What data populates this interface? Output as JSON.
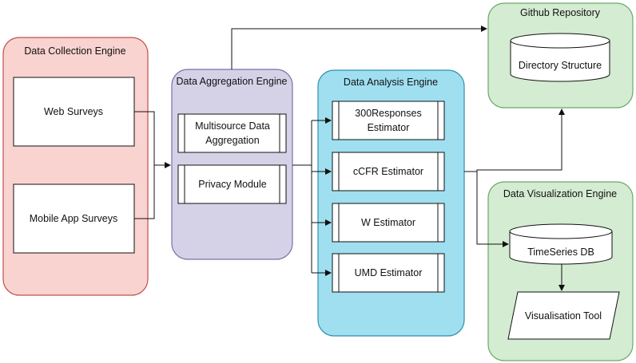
{
  "colors": {
    "collection_fill": "#f9d3cf",
    "collection_stroke": "#c0504d",
    "aggregation_fill": "#d5d2e8",
    "aggregation_stroke": "#7a70a8",
    "analysis_fill": "#9fdff0",
    "analysis_stroke": "#2f8fb0",
    "green_fill": "#d4ecd2",
    "green_stroke": "#6aa86a",
    "line": "#111111"
  },
  "collection": {
    "title": "Data Collection Engine",
    "web_surveys": "Web Surveys",
    "mobile_surveys": "Mobile App Surveys"
  },
  "aggregation": {
    "title": "Data Aggregation Engine",
    "multisource_line1": "Multisource Data",
    "multisource_line2": "Aggregation",
    "privacy": "Privacy Module"
  },
  "analysis": {
    "title": "Data Analysis Engine",
    "est300_line1": "300Responses",
    "est300_line2": "Estimator",
    "cfr": "cCFR Estimator",
    "w": "W Estimator",
    "umd": "UMD Estimator"
  },
  "github": {
    "title": "Github Repository",
    "directory": "Directory Structure"
  },
  "visualization": {
    "title": "Data Visualization Engine",
    "timeseries": "TimeSeries DB",
    "tool": "Visualisation Tool"
  }
}
